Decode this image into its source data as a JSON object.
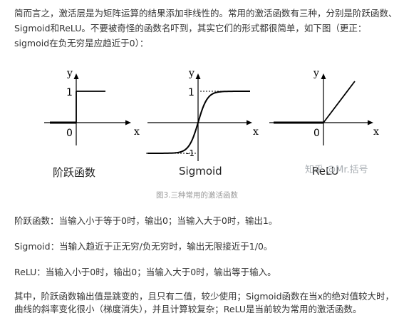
{
  "intro": {
    "line1": "简而言之，激活层是为矩阵运算的结果添加非线性的。常用的激活函数有三种，分别是阶跃函数、",
    "line2": "Sigmoid和ReLU。不要被奇怪的函数名吓到，其实它们的形式都很简单，如下图（更正：",
    "line3": "sigmoid在负无穷是应趋近于0）："
  },
  "figures": {
    "step": {
      "y_axis": "y",
      "x_axis": "x",
      "one": "1",
      "zero": "0",
      "label": "阶跃函数"
    },
    "sigmoid": {
      "y_axis": "y",
      "x_axis": "x",
      "one": "1",
      "minus_one": "-1",
      "label": "Sigmoid"
    },
    "relu": {
      "y_axis": "y",
      "x_axis": "x",
      "zero": "0",
      "label": "ReLU"
    },
    "caption": "图3.三种常用的激活函数",
    "watermark": "知乎 @Mr.括号"
  },
  "paragraphs": {
    "step": "阶跃函数：当输入小于等于0时，输出0；当输入大于0时，输出1。",
    "sigmoid": "Sigmoid：当输入趋近于正无穷/负无穷时，输出无限接近于1/0。",
    "relu": "ReLU：当输入小于0时，输出0；当输入大于0时，输出等于输入。",
    "summary_line1": "其中，阶跃函数输出值是跳变的，且只有二值，较少使用；Sigmoid函数在当x的绝对值较大时，",
    "summary_line2": "曲线的斜率变化很小（梯度消失），并且计算较复杂；ReLU是当前较为常用的激活函数。"
  },
  "colors": {
    "text": "#333333",
    "caption": "#999999",
    "line": "#000000"
  }
}
